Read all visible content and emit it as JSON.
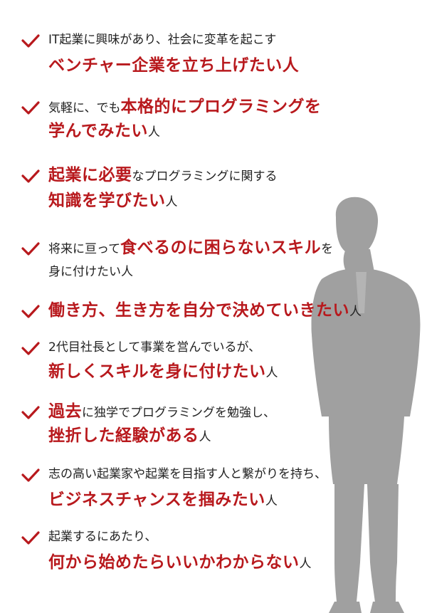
{
  "colors": {
    "accent": "#b8191d",
    "text": "#222222",
    "silhouette": "#a0a0a0",
    "background": "#ffffff"
  },
  "icons": {
    "bullet": "check-icon",
    "figure": "businessman-silhouette"
  },
  "items": [
    {
      "l1a": "IT起業に興味があり、社会に変革を起こす",
      "l2a": "ベンチャー企業を立ち上げたい人"
    },
    {
      "l1a": "気軽に、でも",
      "l1b": "本格的にプログラミングを",
      "l2a": "学んでみたい",
      "l2b": "人"
    },
    {
      "l1a": "起業に必要",
      "l1b": "なプログラミングに関する",
      "l2a": "知識を学びたい",
      "l2b": "人"
    },
    {
      "l1a": "将来に亘って",
      "l1b": "食べるのに困らないスキル",
      "l1c": "を",
      "l2a": "身に付けたい人"
    },
    {
      "l1a": "働き方、生き方を自分で決めていきたい",
      "l1b": "人"
    },
    {
      "l1a": "2代目社長として事業を営んでいるが、",
      "l2a": "新しくスキルを身に付けたい",
      "l2b": "人"
    },
    {
      "l1a": "過去",
      "l1b": "に独学でプログラミングを勉強し、",
      "l2a": "挫折した経験がある",
      "l2b": "人"
    },
    {
      "l1a": "志の高い起業家や起業を目指す人と繋がりを持ち、",
      "l2a": "ビジネスチャンスを掴みたい",
      "l2b": "人"
    },
    {
      "l1a": "起業するにあたり、",
      "l2a": "何から始めたらいいかわからない",
      "l2b": "人"
    }
  ]
}
